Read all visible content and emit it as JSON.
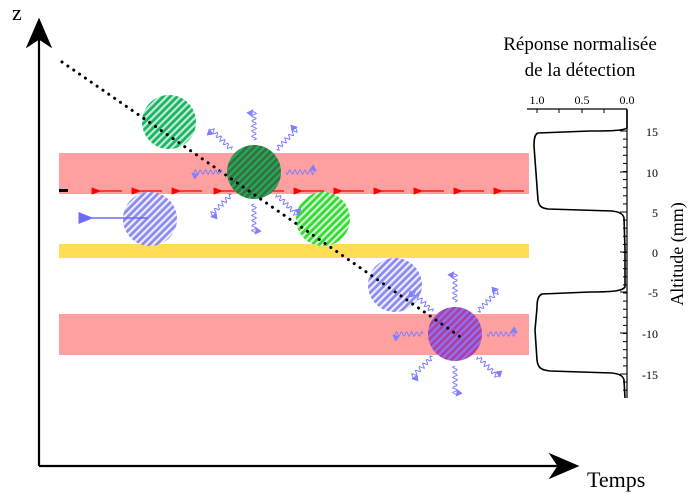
{
  "axes": {
    "vertical_label": "z",
    "horizontal_label": "Temps"
  },
  "detection_panel": {
    "title_line1": "Réponse normalisée",
    "title_line2": "de la détection",
    "x_ticks": [
      "1.0",
      "0.5",
      "0.0"
    ],
    "y_label": "Altitude  (mm)",
    "y_ticks": [
      "15",
      "10",
      "5",
      "0",
      "-5",
      "-10",
      "-15"
    ]
  },
  "colors": {
    "laser_band": "#ff9f9f",
    "yellow_band": "#ffdd55",
    "arrow_red": "#ff0000",
    "arrow_blue": "#6a6aff",
    "photon_wave": "#7f7fff",
    "particle_green": "#19b464",
    "particle_dark": "#3c6e3c",
    "particle_bright_green": "#32dc32",
    "particle_blue": "#8c8cf0",
    "particle_magenta": "#b43ca0"
  },
  "icons": [
    "trajectory-dotted-line",
    "particle-hatched-disc",
    "photon-wave-arrow",
    "beam-arrow"
  ]
}
